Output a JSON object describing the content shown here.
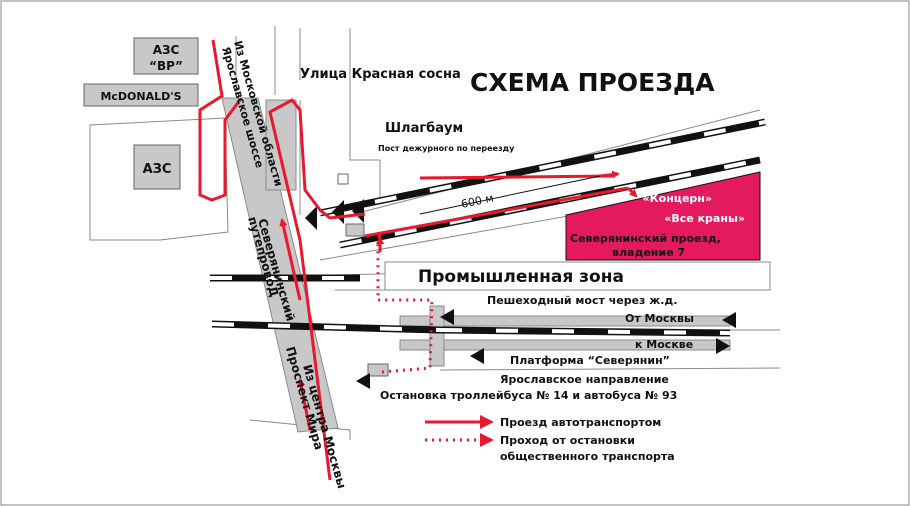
{
  "title": "СХЕМА ПРОЕЗДА",
  "colors": {
    "route": "#e8182e",
    "destination": "#e5195d",
    "road": "#c8c8c8",
    "rail": "#111111",
    "outline": "#8a8a8a"
  },
  "labels": {
    "azs_bp_line1": "АЗС",
    "azs_bp_line2": "“ВР”",
    "mcdonalds": "McDONALD'S",
    "azs": "АЗС",
    "from_moscow_region_line1": "Из Московской области",
    "from_moscow_region_line2": "Ярославское шоссе",
    "krasnaya_sosna": "Улица Красная сосна",
    "barrier": "Шлагбаум",
    "crossing_post": "Пост дежурного по переезду",
    "distance": "600 м",
    "overpass_line1": "Северянинский",
    "overpass_line2": "путепровоД",
    "from_center_line1": "Из центра Москвы",
    "from_center_line2": "Проспект Мира",
    "industrial_zone": "Промышленная зона",
    "footbridge": "Пешеходный мост через ж.д.",
    "from_moscow": "От Москвы",
    "to_moscow": "к Москве",
    "platform": "Платформа “Северянин”",
    "direction": "Ярославское направление",
    "bus_stop": "Остановка троллейбуса № 14 и автобуса № 93"
  },
  "destination": {
    "line1": "«Концерн»",
    "line2": "«Все краны»",
    "line3": "Северянинский проезд,",
    "line4": "владение 7"
  },
  "legend": {
    "car_route": "Проезд автотранспортом",
    "walk_line1": "Проход от остановки",
    "walk_line2": "общественного транспорта"
  }
}
